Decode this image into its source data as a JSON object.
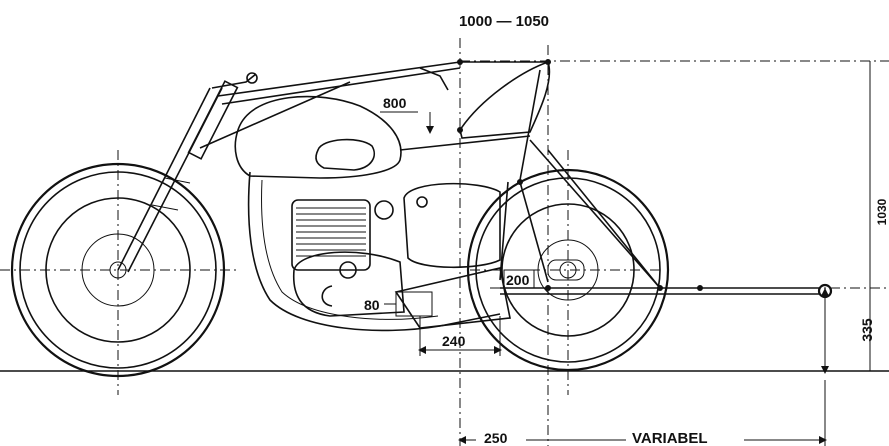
{
  "dimensions": {
    "wheelbase_range": "1000 — 1050",
    "seat_height": "800",
    "overall_height": "1030",
    "footpeg_height": "335",
    "footpeg_offset": "200",
    "ground_clearance": "80",
    "engine_to_pivot": "240",
    "swingarm_pivot_offset": "250",
    "variable_length": "VARIABEL"
  }
}
